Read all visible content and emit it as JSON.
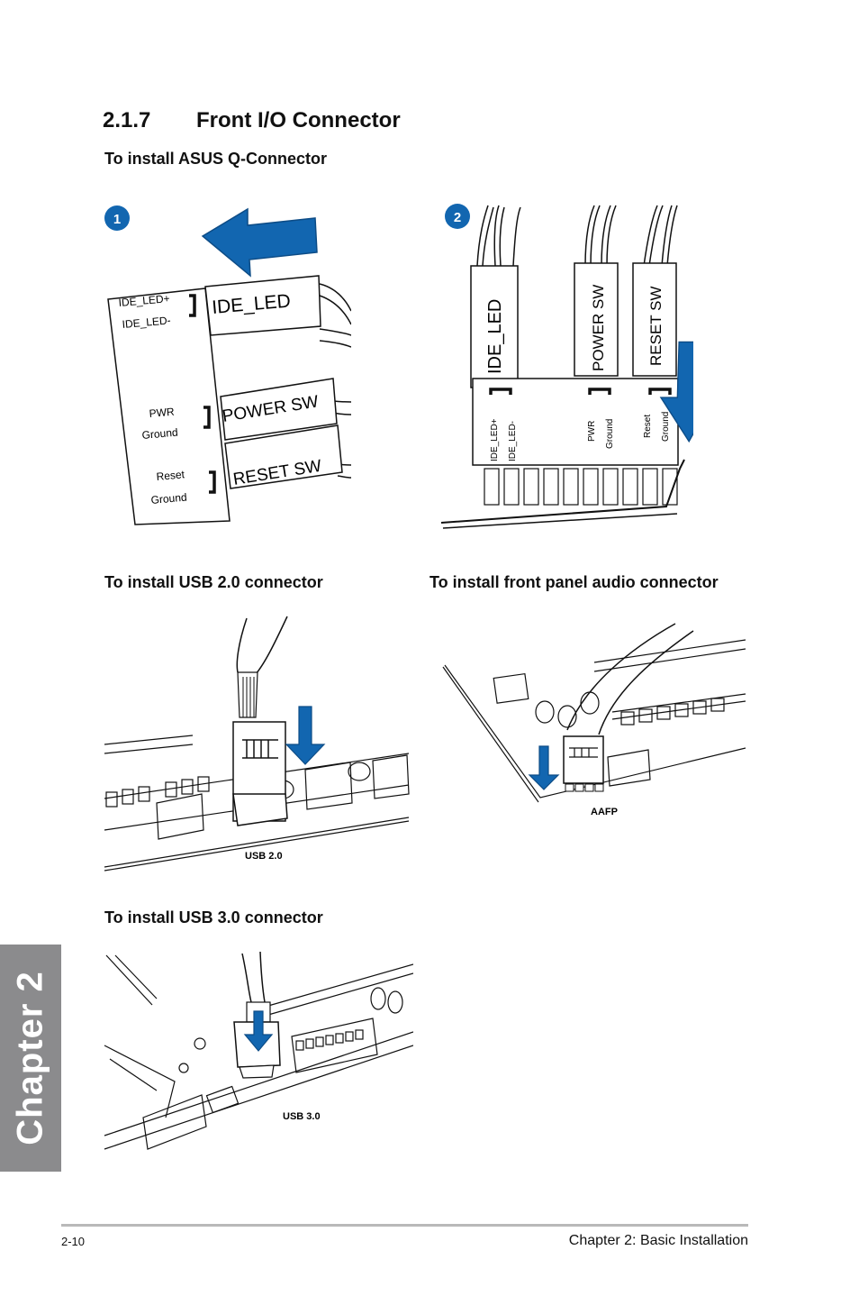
{
  "section": {
    "number": "2.1.7",
    "title": "Front I/O Connector"
  },
  "headings": {
    "q_connector": "To install ASUS Q-Connector",
    "usb20": "To install USB 2.0 connector",
    "audio": "To install front panel audio connector",
    "usb30": "To install USB 3.0 connector"
  },
  "steps": {
    "one": "1",
    "two": "2"
  },
  "fig1": {
    "pins": [
      "IDE_LED+",
      "IDE_LED-",
      "PWR",
      "Ground",
      "Reset",
      "Ground"
    ],
    "plugs": [
      "IDE_LED",
      "POWER SW",
      "RESET SW"
    ]
  },
  "fig2": {
    "plugs": [
      "IDE_LED",
      "POWER SW",
      "RESET SW"
    ],
    "pins": [
      "IDE_LED+",
      "IDE_LED-",
      "PWR",
      "Ground",
      "Reset",
      "Ground"
    ]
  },
  "captions": {
    "usb20": "USB 2.0",
    "aafp": "AAFP",
    "usb30": "USB 3.0"
  },
  "side_tab": "Chapter 2",
  "footer": {
    "page": "2-10",
    "chapter": "Chapter 2: Basic Installation"
  },
  "colors": {
    "accent_blue": "#1266b0",
    "tab_gray": "#8b8b8d"
  }
}
